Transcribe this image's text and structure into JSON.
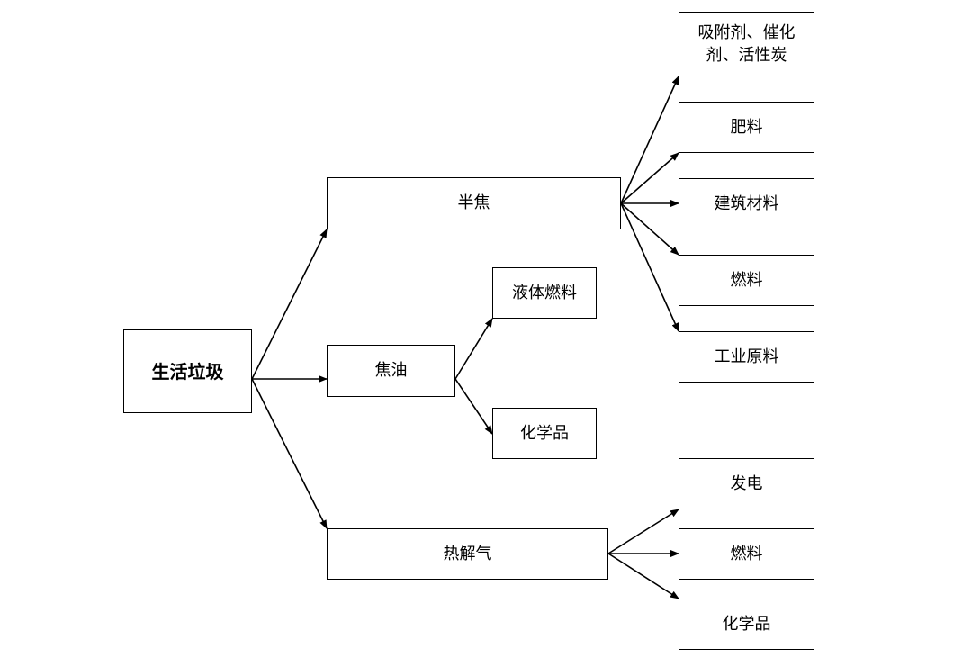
{
  "root": {
    "label": "生活垃圾"
  },
  "branches": {
    "semicoke": {
      "label": "半焦",
      "uses": [
        "吸附剂、催化剂、活性炭",
        "肥料",
        "建筑材料",
        "燃料",
        "工业原料"
      ]
    },
    "tar": {
      "label": "焦油",
      "uses": [
        "液体燃料",
        "化学品"
      ]
    },
    "gas": {
      "label": "热解气",
      "uses": [
        "发电",
        "燃料",
        "化学品"
      ]
    }
  },
  "colors": {
    "line": "#000000",
    "box_border": "#000000",
    "background": "#ffffff"
  }
}
